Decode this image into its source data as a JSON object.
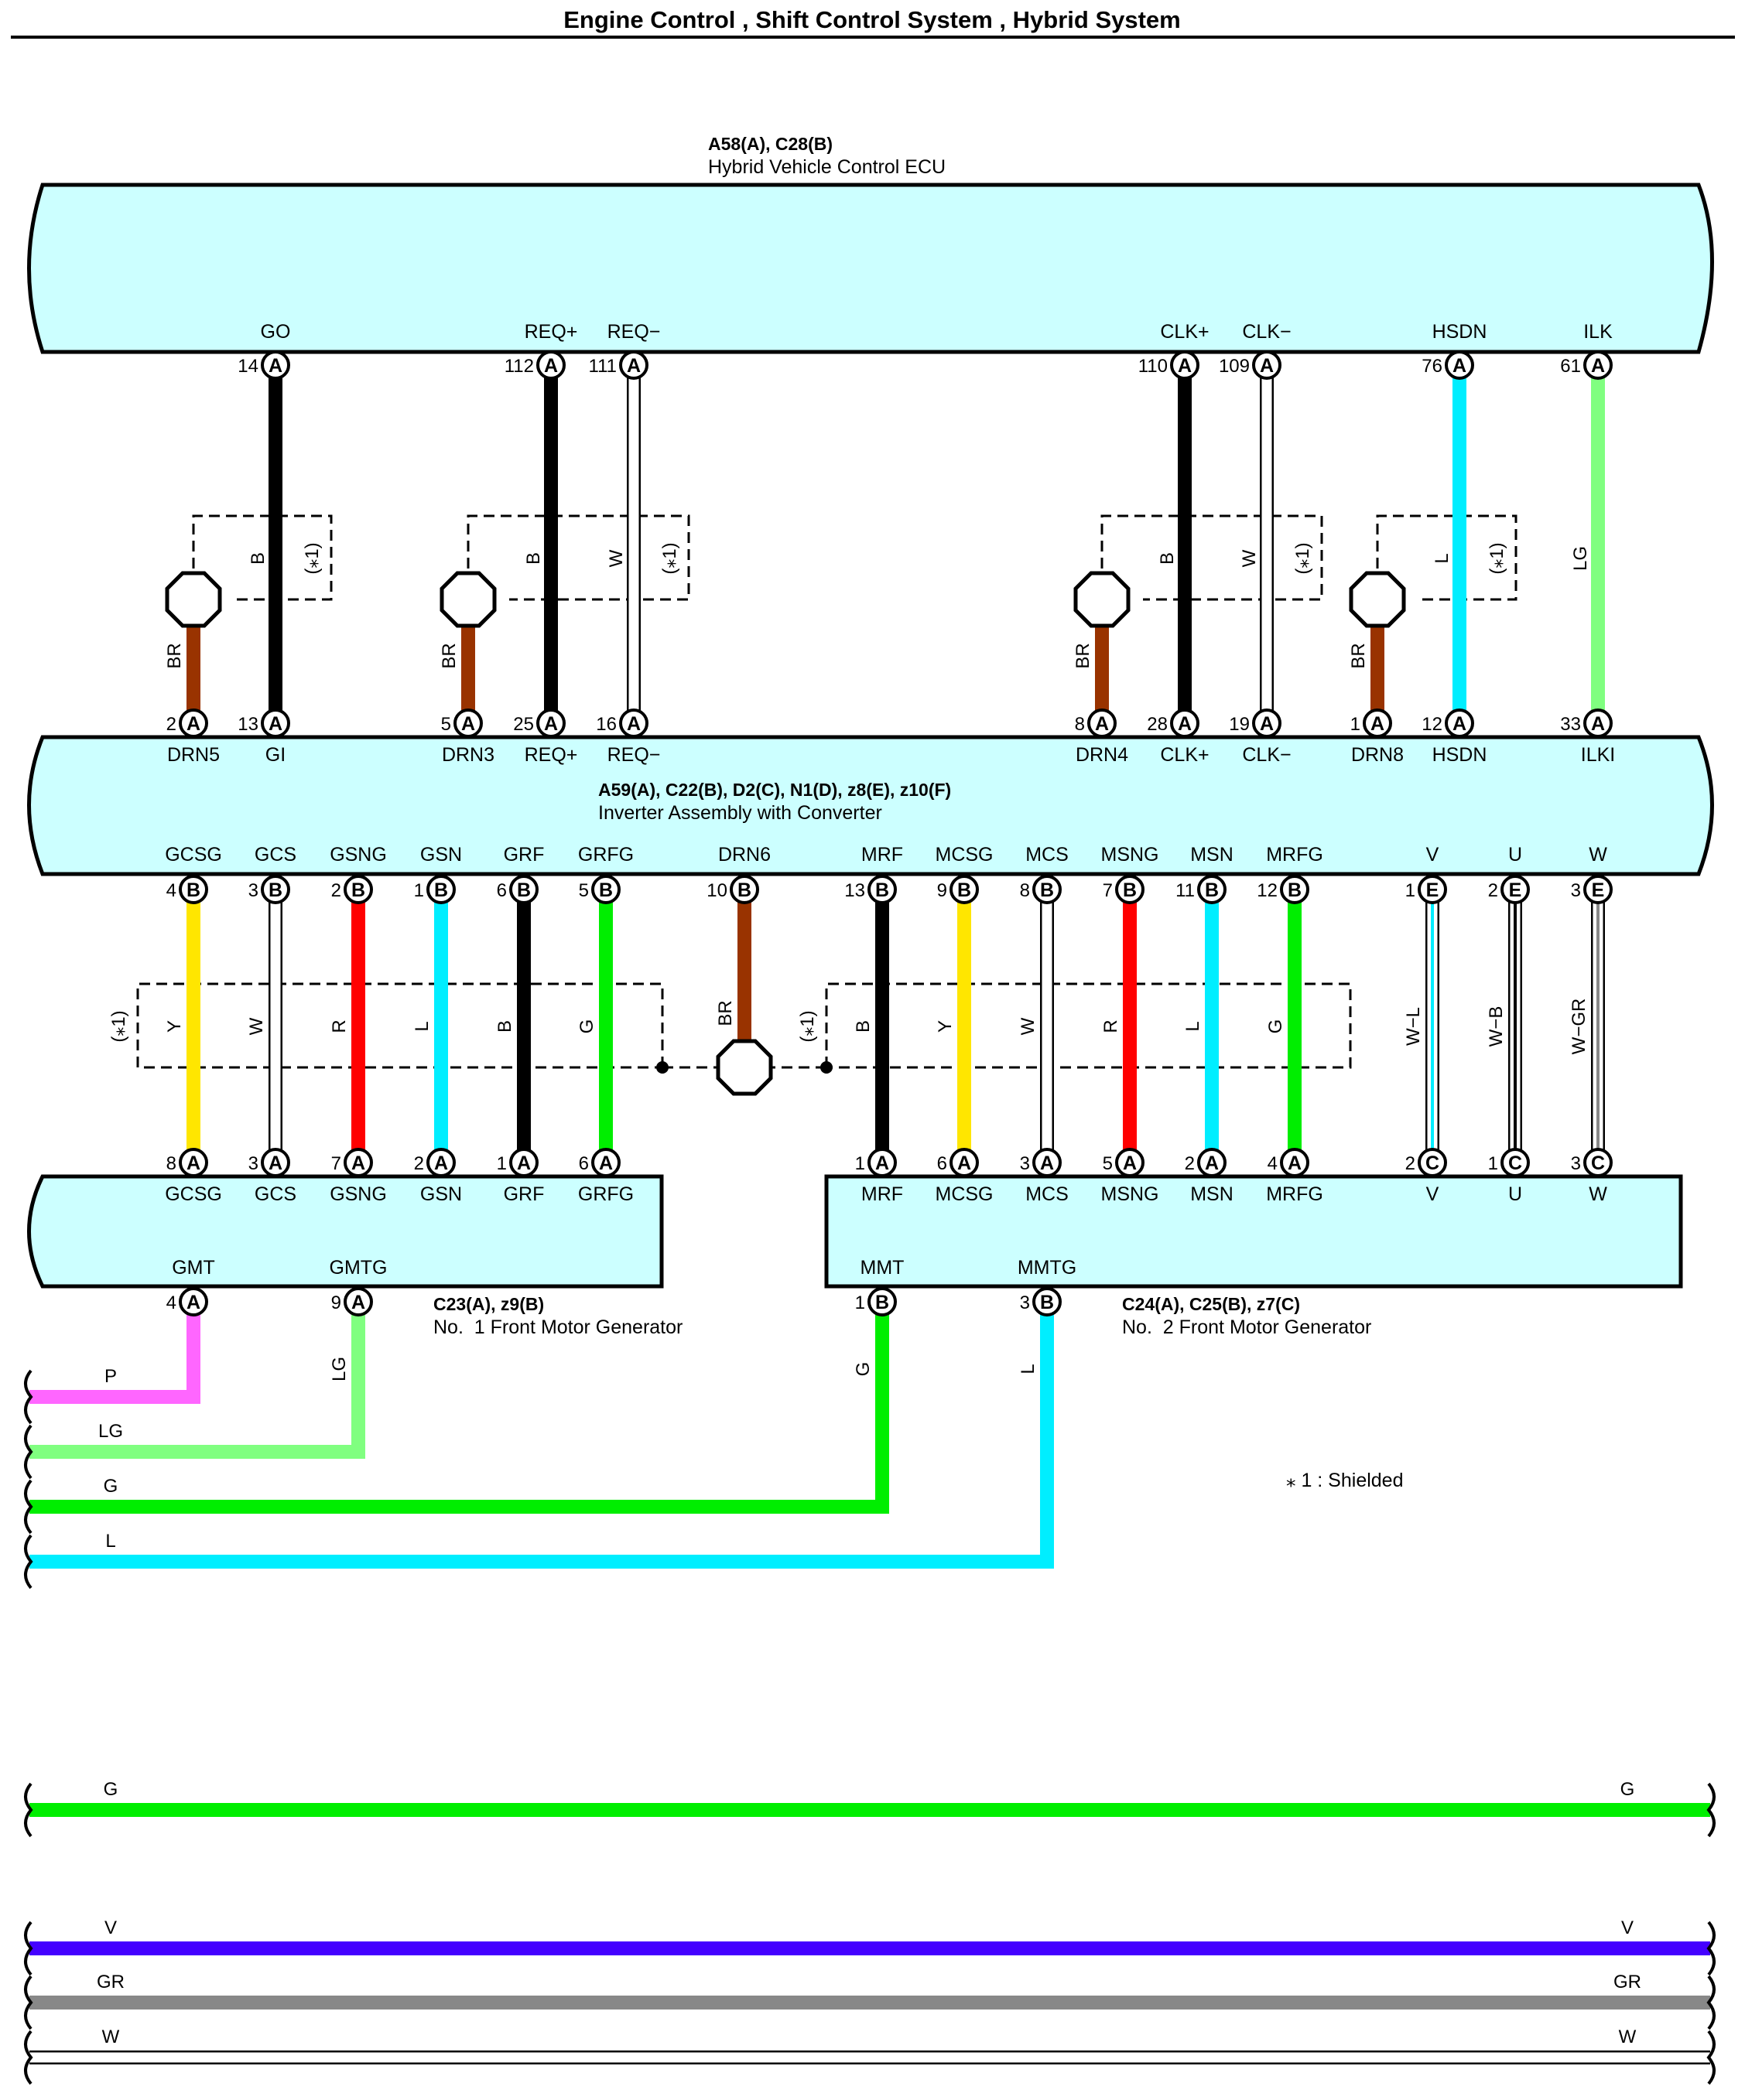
{
  "title": "Engine Control , Shift Control System , Hybrid System",
  "note": "⁎ 1 : Shielded",
  "shield_label": "(⁎1)",
  "colors": {
    "ecu_fill": "#ccffff",
    "B": "#000000",
    "BR": "#993300",
    "W": "#ffffff",
    "L": "#00eeff",
    "LG": "#80ff80",
    "Y": "#ffe600",
    "R": "#ff0000",
    "G": "#00ee00",
    "P": "#ff66ff",
    "V": "#4400ff",
    "GR": "#888888"
  },
  "ecu": {
    "code": "A58(A), C28(B)",
    "name": "Hybrid Vehicle Control ECU",
    "terminals": [
      {
        "id": "go",
        "name": "GO",
        "pin": "14",
        "conn": "A"
      },
      {
        "id": "reqp",
        "name": "REQ+",
        "pin": "112",
        "conn": "A"
      },
      {
        "id": "reqm",
        "name": "REQ−",
        "pin": "111",
        "conn": "A"
      },
      {
        "id": "clkp",
        "name": "CLK+",
        "pin": "110",
        "conn": "A"
      },
      {
        "id": "clkm",
        "name": "CLK−",
        "pin": "109",
        "conn": "A"
      },
      {
        "id": "hsdn",
        "name": "HSDN",
        "pin": "76",
        "conn": "A"
      },
      {
        "id": "ilk",
        "name": "ILK",
        "pin": "61",
        "conn": "A"
      }
    ]
  },
  "inverter": {
    "code": "A59(A), C22(B), D2(C), N1(D), z8(E), z10(F)",
    "name": "Inverter Assembly with Converter",
    "top_terminals": [
      {
        "id": "drn5",
        "name": "DRN5",
        "pin": "2",
        "conn": "A"
      },
      {
        "id": "gi",
        "name": "GI",
        "pin": "13",
        "conn": "A"
      },
      {
        "id": "drn3",
        "name": "DRN3",
        "pin": "5",
        "conn": "A"
      },
      {
        "id": "reqp",
        "name": "REQ+",
        "pin": "25",
        "conn": "A"
      },
      {
        "id": "reqm",
        "name": "REQ−",
        "pin": "16",
        "conn": "A"
      },
      {
        "id": "drn4",
        "name": "DRN4",
        "pin": "8",
        "conn": "A"
      },
      {
        "id": "clkp",
        "name": "CLK+",
        "pin": "28",
        "conn": "A"
      },
      {
        "id": "clkm",
        "name": "CLK−",
        "pin": "19",
        "conn": "A"
      },
      {
        "id": "drn8",
        "name": "DRN8",
        "pin": "1",
        "conn": "A"
      },
      {
        "id": "hsdn",
        "name": "HSDN",
        "pin": "12",
        "conn": "A"
      },
      {
        "id": "ilki",
        "name": "ILKI",
        "pin": "33",
        "conn": "A"
      }
    ],
    "bottom_terminals": [
      {
        "id": "gcsg",
        "name": "GCSG",
        "pin": "4",
        "conn": "B"
      },
      {
        "id": "gcs",
        "name": "GCS",
        "pin": "3",
        "conn": "B"
      },
      {
        "id": "gsng",
        "name": "GSNG",
        "pin": "2",
        "conn": "B"
      },
      {
        "id": "gsn",
        "name": "GSN",
        "pin": "1",
        "conn": "B"
      },
      {
        "id": "grf",
        "name": "GRF",
        "pin": "6",
        "conn": "B"
      },
      {
        "id": "grfg",
        "name": "GRFG",
        "pin": "5",
        "conn": "B"
      },
      {
        "id": "drn6",
        "name": "DRN6",
        "pin": "10",
        "conn": "B"
      },
      {
        "id": "mrf",
        "name": "MRF",
        "pin": "13",
        "conn": "B"
      },
      {
        "id": "mcsg",
        "name": "MCSG",
        "pin": "9",
        "conn": "B"
      },
      {
        "id": "mcs",
        "name": "MCS",
        "pin": "8",
        "conn": "B"
      },
      {
        "id": "msng",
        "name": "MSNG",
        "pin": "7",
        "conn": "B"
      },
      {
        "id": "msn",
        "name": "MSN",
        "pin": "11",
        "conn": "B"
      },
      {
        "id": "mrfg",
        "name": "MRFG",
        "pin": "12",
        "conn": "B"
      },
      {
        "id": "v",
        "name": "V",
        "pin": "1",
        "conn": "E"
      },
      {
        "id": "u",
        "name": "U",
        "pin": "2",
        "conn": "E"
      },
      {
        "id": "w",
        "name": "W",
        "pin": "3",
        "conn": "E"
      }
    ]
  },
  "mg1": {
    "code": "C23(A), z9(B)",
    "name": "No.  1 Front Motor Generator",
    "top_terminals": [
      {
        "id": "gcsg",
        "name": "GCSG",
        "pin": "8",
        "conn": "A"
      },
      {
        "id": "gcs",
        "name": "GCS",
        "pin": "3",
        "conn": "A"
      },
      {
        "id": "gsng",
        "name": "GSNG",
        "pin": "7",
        "conn": "A"
      },
      {
        "id": "gsn",
        "name": "GSN",
        "pin": "2",
        "conn": "A"
      },
      {
        "id": "grf",
        "name": "GRF",
        "pin": "1",
        "conn": "A"
      },
      {
        "id": "grfg",
        "name": "GRFG",
        "pin": "6",
        "conn": "A"
      }
    ],
    "bottom_terminals": [
      {
        "id": "gmt",
        "name": "GMT",
        "pin": "4",
        "conn": "A"
      },
      {
        "id": "gmtg",
        "name": "GMTG",
        "pin": "9",
        "conn": "A"
      }
    ]
  },
  "mg2": {
    "code": "C24(A), C25(B), z7(C)",
    "name": "No.  2 Front Motor Generator",
    "top_terminals": [
      {
        "id": "mrf",
        "name": "MRF",
        "pin": "1",
        "conn": "A"
      },
      {
        "id": "mcsg",
        "name": "MCSG",
        "pin": "6",
        "conn": "A"
      },
      {
        "id": "mcs",
        "name": "MCS",
        "pin": "3",
        "conn": "A"
      },
      {
        "id": "msng",
        "name": "MSNG",
        "pin": "5",
        "conn": "A"
      },
      {
        "id": "msn",
        "name": "MSN",
        "pin": "2",
        "conn": "A"
      },
      {
        "id": "mrfg",
        "name": "MRFG",
        "pin": "4",
        "conn": "A"
      },
      {
        "id": "v",
        "name": "V",
        "pin": "2",
        "conn": "C"
      },
      {
        "id": "u",
        "name": "U",
        "pin": "1",
        "conn": "C"
      },
      {
        "id": "w",
        "name": "W",
        "pin": "3",
        "conn": "C"
      }
    ],
    "bottom_terminals": [
      {
        "id": "mmt",
        "name": "MMT",
        "pin": "1",
        "conn": "B"
      },
      {
        "id": "mmtg",
        "name": "MMTG",
        "pin": "3",
        "conn": "B"
      }
    ]
  },
  "wires_top": [
    {
      "id": "go-gi",
      "color": "B"
    },
    {
      "id": "reqp",
      "color": "B"
    },
    {
      "id": "reqm",
      "color": "W"
    },
    {
      "id": "clkp",
      "color": "B"
    },
    {
      "id": "clkm",
      "color": "W"
    },
    {
      "id": "hsdn",
      "color": "L"
    },
    {
      "id": "ilk",
      "color": "LG"
    },
    {
      "id": "drn5",
      "color": "BR"
    },
    {
      "id": "drn3",
      "color": "BR"
    },
    {
      "id": "drn4",
      "color": "BR"
    },
    {
      "id": "drn8",
      "color": "BR"
    }
  ],
  "wires_mid": [
    {
      "id": "gcsg",
      "color": "Y"
    },
    {
      "id": "gcs",
      "color": "W"
    },
    {
      "id": "gsng",
      "color": "R"
    },
    {
      "id": "gsn",
      "color": "L"
    },
    {
      "id": "grf",
      "color": "B"
    },
    {
      "id": "grfg",
      "color": "G"
    },
    {
      "id": "drn6",
      "color": "BR"
    },
    {
      "id": "mrf",
      "color": "B"
    },
    {
      "id": "mcsg",
      "color": "Y"
    },
    {
      "id": "mcs",
      "color": "W"
    },
    {
      "id": "msng",
      "color": "R"
    },
    {
      "id": "msn",
      "color": "L"
    },
    {
      "id": "mrfg",
      "color": "G"
    },
    {
      "id": "v",
      "color": "W−L"
    },
    {
      "id": "u",
      "color": "W−B"
    },
    {
      "id": "w",
      "color": "W−GR"
    }
  ],
  "wires_low": [
    {
      "id": "gmt",
      "color": "P"
    },
    {
      "id": "gmtg",
      "color": "LG"
    },
    {
      "id": "mmt",
      "color": "G"
    },
    {
      "id": "mmtg",
      "color": "L"
    }
  ],
  "bus": [
    {
      "id": "g",
      "color": "G"
    },
    {
      "id": "v",
      "color": "V"
    },
    {
      "id": "gr",
      "color": "GR"
    },
    {
      "id": "w",
      "color": "W"
    }
  ]
}
